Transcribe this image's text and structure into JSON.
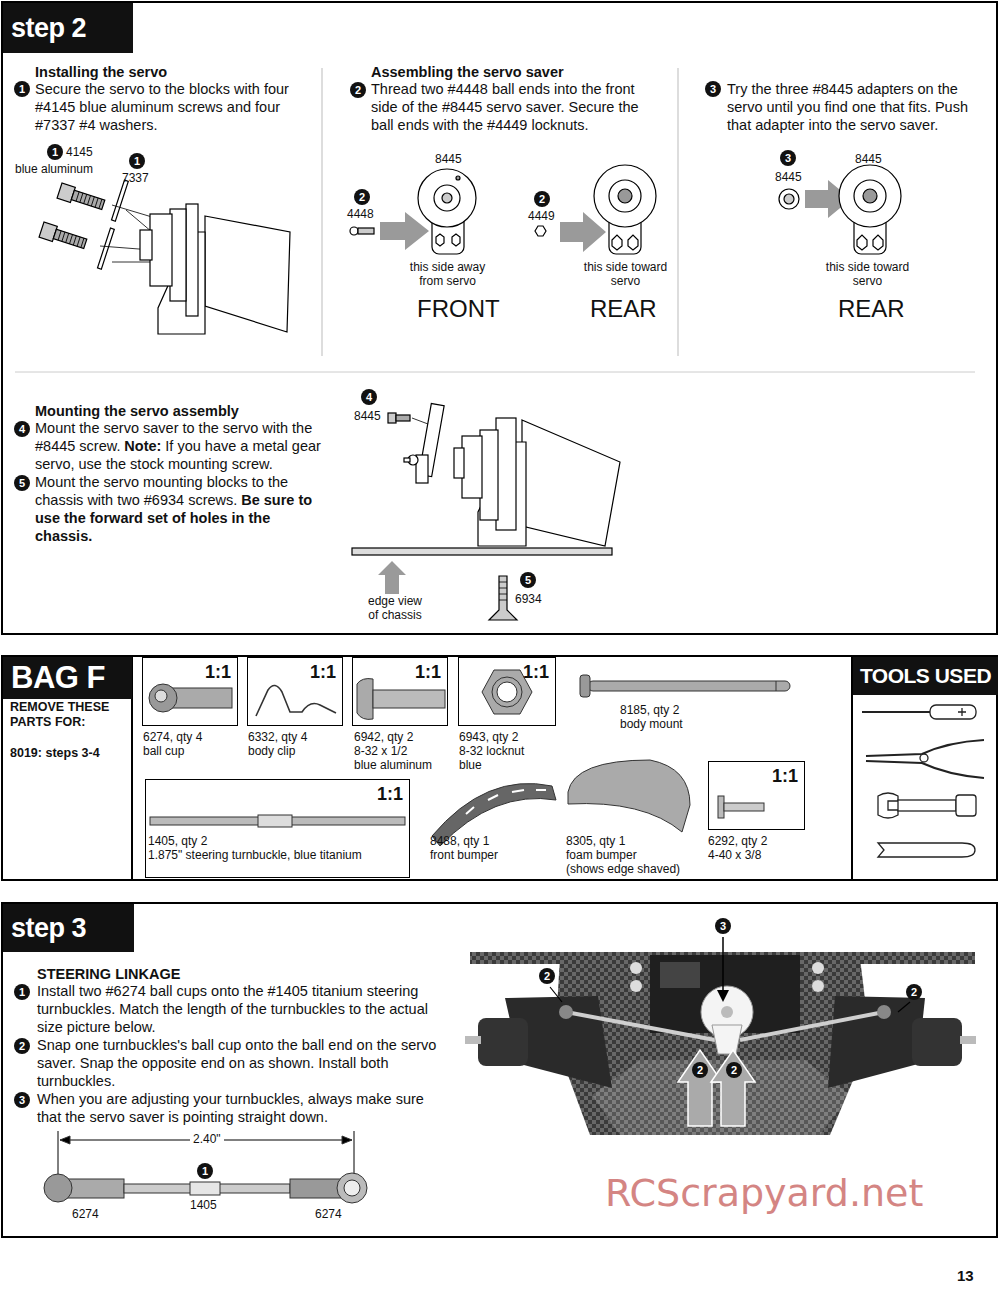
{
  "diagram": {
    "nodes": [
      {
        "text": [
          "step 2"
        ]
      },
      {
        "text": [
          "BAG F"
        ]
      },
      {
        "text": [
          "1:1"
        ],
        "in": 1
      },
      {
        "text": [
          "1:1"
        ],
        "in": 1
      },
      {
        "text": [
          "1:1"
        ],
        "in": 1
      },
      {
        "text": [
          "1:1"
        ],
        "in": 1
      },
      {
        "text": [
          "1:1",
          "1405, qty 2",
          "1.875\" steering turnbuckle, blue titanium"
        ],
        "in": 1
      },
      {
        "text": [
          "1:1"
        ],
        "in": 1
      },
      {
        "text": [
          "TOOLS USED"
        ],
        "in": 1
      },
      {
        "text": [
          "step 3"
        ]
      }
    ],
    "labels": [
      "Installing the servo",
      "1",
      "Secure the servo to the blocks with four #4145 blue aluminum screws and four #7337 #4 washers.",
      "1",
      "4145",
      "blue aluminum",
      "1",
      "7337",
      "Assembling the servo saver",
      "2",
      "Thread two #4448 ball ends into the front side of the #8445 servo saver. Secure the ball ends with the #4449 locknuts.",
      "8445",
      "2",
      "4448",
      "this side away from servo",
      "FRONT",
      "2",
      "4449",
      "this side toward servo",
      "REAR",
      "3",
      "Try the three #8445 adapters on the servo until you find one that fits. Push that adapter into the servo saver.",
      "3",
      "8445",
      "8445",
      "this side toward servo",
      "REAR",
      "Mounting the servo assembly",
      "4",
      "Mount the servo saver to the servo with the #8445 screw.",
      "Note:",
      "If you have a metal gear servo, use the stock mounting screw.",
      "5",
      "Mount the servo mounting blocks to the chassis with two #6934 screws.",
      "Be sure to use the forward set of holes in the chassis.",
      "4",
      "8445",
      "edge view of chassis",
      "5",
      "6934",
      "REMOVE THESE PARTS FOR:",
      "8019: steps 3-4",
      "6274, qty 4",
      "ball cup",
      "6332, qty 4",
      "body clip",
      "6942, qty 2",
      "8-32 x 1/2",
      "blue aluminum",
      "6943, qty 2",
      "8-32 locknut",
      "blue",
      "8185, qty 2",
      "body mount",
      "8488, qty 1",
      "front bumper",
      "8305, qty 1",
      "foam bumper",
      "(shows edge shaved)",
      "6292, qty 2",
      "4-40 x 3/8",
      "STEERING LINKAGE",
      "1",
      "Install two #6274 ball cups onto the #1405 titanium steering turnbuckles. Match the length of the turnbuckles to the actual size picture below.",
      "2",
      "Snap one turnbuckles's ball cup onto the ball end on the servo saver. Snap the opposite end on as shown. Install both turnbuckles.",
      "3",
      "When you are adjusting your turnbuckles, always make sure that the servo saver is pointing straight down.",
      "2.40\"",
      "1",
      "6274",
      "1405",
      "6274",
      "3",
      "2",
      "2",
      "2",
      "2",
      "RCScrapyard.net",
      "13"
    ]
  }
}
